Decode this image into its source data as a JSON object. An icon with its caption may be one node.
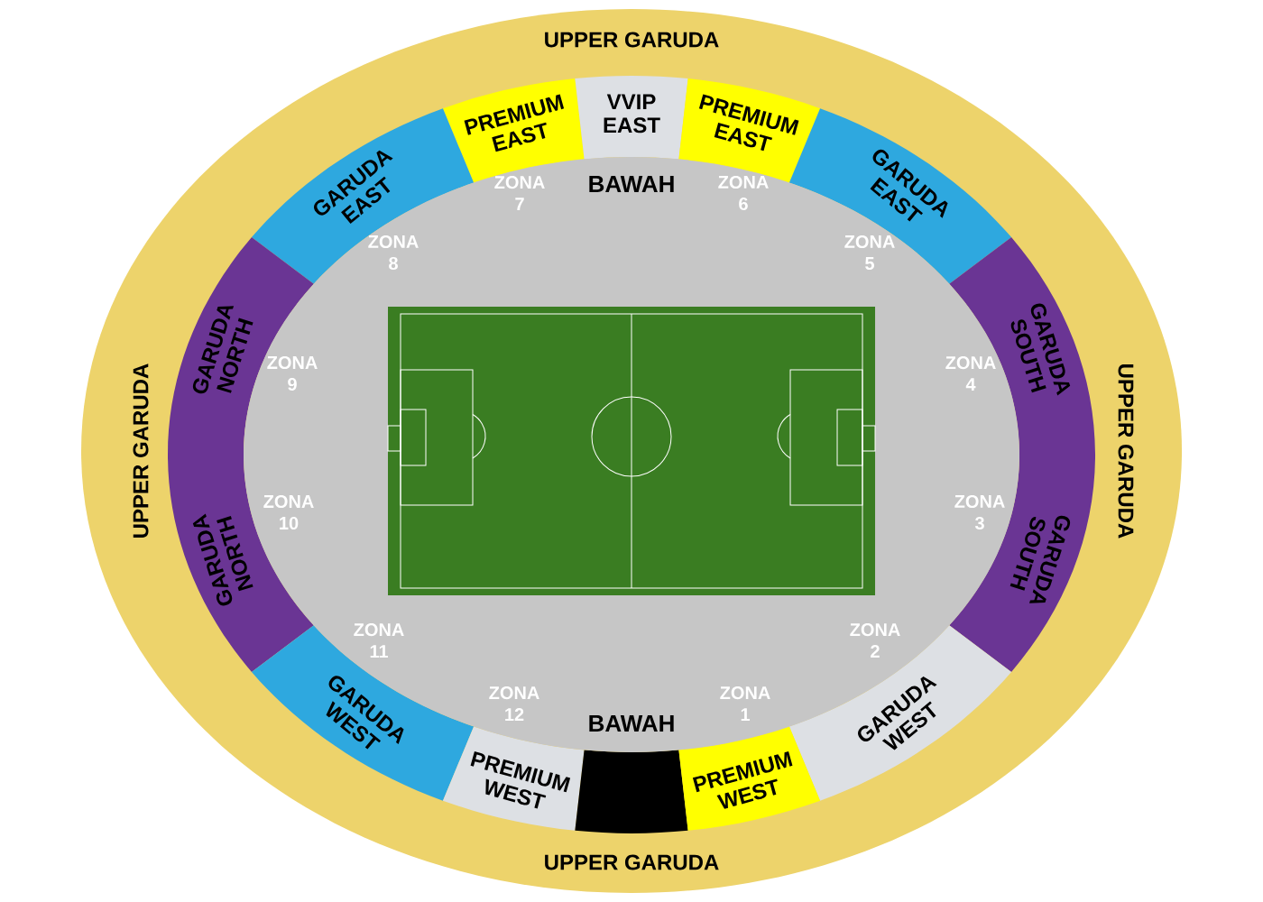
{
  "diagram": {
    "nodes": [
      {
        "text": [
          "UPPER GARUDA",
          "UPPER GARUDA",
          "UPPER GARUDA",
          "UPPER GARUDA"
        ]
      },
      {
        "text": [
          "PREMIUM EAST"
        ],
        "in": 0
      },
      {
        "text": [
          "VVIP EAST"
        ],
        "in": 0
      },
      {
        "text": [
          "PREMIUM EAST"
        ],
        "in": 0
      },
      {
        "text": [
          "GARUDA EAST"
        ],
        "in": 0
      },
      {
        "text": [
          "GARUDA EAST"
        ],
        "in": 0
      },
      {
        "text": [
          "GARUDA NORTH"
        ],
        "in": 0
      },
      {
        "text": [
          "GARUDA SOUTH"
        ],
        "in": 0
      },
      {
        "text": [
          "GARUDA NORTH"
        ],
        "in": 0
      },
      {
        "text": [
          "GARUDA SOUTH"
        ],
        "in": 0
      },
      {
        "text": [
          "GARUDA WEST"
        ],
        "in": 0
      },
      {
        "text": [
          "GARUDA WEST"
        ],
        "in": 0
      },
      {
        "text": [
          "PREMIUM WEST"
        ],
        "in": 0
      },
      {
        "text": [],
        "shape": "box",
        "in": 0
      },
      {
        "text": [
          "PREMIUM WEST"
        ],
        "in": 0
      },
      {
        "text": [
          "BAWAH",
          "BAWAH"
        ],
        "in": 0
      }
    ],
    "labels": [
      "ZONA 7",
      "ZONA 6",
      "ZONA 8",
      "ZONA 5",
      "ZONA 9",
      "ZONA 4",
      "ZONA 10",
      "ZONA 3",
      "ZONA 11",
      "ZONA 2",
      "ZONA 12",
      "ZONA 1"
    ]
  }
}
